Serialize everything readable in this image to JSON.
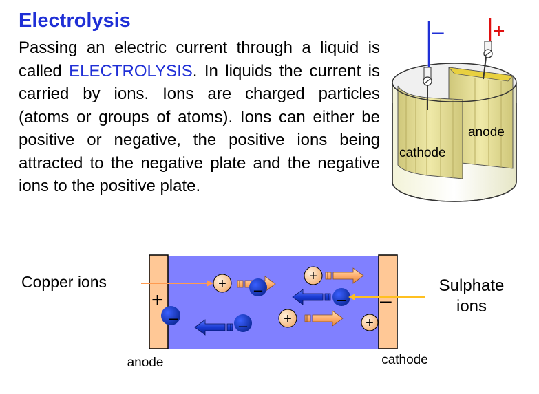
{
  "title": "Electrolysis",
  "paragraph": {
    "before": "Passing an electric current through a liquid is called ",
    "keyword": "ELECTROLYSIS",
    "after": ". In liquids the current is carried by ions. Ions are charged particles (atoms or groups of atoms). Ions can either be positive or negative, the positive ions being attracted to the negative plate and the negative ions to the positive plate."
  },
  "beaker": {
    "minus_terminal": "–",
    "plus_terminal": "+",
    "anode_label": "anode",
    "cathode_label": "cathode"
  },
  "cell": {
    "left_plate_sign": "+",
    "right_plate_sign": "–",
    "anode_label": "anode",
    "cathode_label": "cathode",
    "copper_label": "Copper ions",
    "sulphate_label_line1": "Sulphate",
    "sulphate_label_line2": "ions",
    "positive_sign": "+",
    "negative_sign": "–"
  },
  "colors": {
    "title_blue": "#1f2fd6",
    "solution": "#8080ff",
    "plate": "#ffc896",
    "ion_negative": "#1a3bc4",
    "ion_positive": "#ffd8a8",
    "pointer_copper": "#ff9b50",
    "pointer_sulphate": "#ffc020",
    "beaker_wall": "#e8e8a0"
  }
}
